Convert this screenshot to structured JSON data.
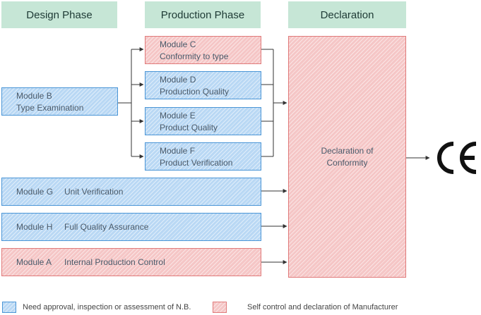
{
  "headers": {
    "design": "Design Phase",
    "production": "Production Phase",
    "declaration": "Declaration"
  },
  "modules": {
    "b": {
      "code": "Module B",
      "name": "Type Examination"
    },
    "c": {
      "code": "Module C",
      "name": "Conformity to type"
    },
    "d": {
      "code": "Module D",
      "name": "Production Quality"
    },
    "e": {
      "code": "Module E",
      "name": "Product Quality"
    },
    "f": {
      "code": "Module F",
      "name": "Product Verification"
    },
    "g": {
      "code": "Module G",
      "name": "Unit Verification"
    },
    "h": {
      "code": "Module H",
      "name": "Full Quality Assurance"
    },
    "a": {
      "code": "Module A",
      "name": "Internal Production Control"
    }
  },
  "declaration_box": {
    "line1": "Declaration of",
    "line2": "Conformity"
  },
  "mark": "CE",
  "legend": {
    "blue": "Need approval, inspection or assessment of N.B.",
    "red": "Self control and declaration of Manufacturer"
  },
  "colors": {
    "header": "#c6e6d6",
    "blue_fill": "#b9d8f4",
    "blue_border": "#4a95d6",
    "red_fill": "#f5c6c6",
    "red_border": "#e07a7a"
  }
}
